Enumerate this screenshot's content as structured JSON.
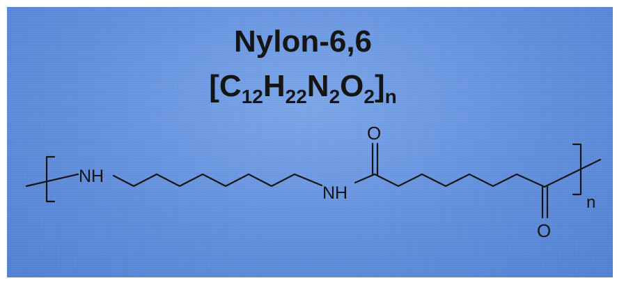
{
  "title": "Nylon-6,6",
  "formula": {
    "open": "[",
    "atoms": [
      {
        "symbol": "C",
        "count": "12"
      },
      {
        "symbol": "H",
        "count": "22"
      },
      {
        "symbol": "N",
        "count": "2"
      },
      {
        "symbol": "O",
        "count": "2"
      }
    ],
    "close": "]",
    "repeat": "n"
  },
  "structure": {
    "labels": {
      "nh_left": "NH",
      "nh_middle": "NH",
      "o_top": "O",
      "o_bottom": "O",
      "repeat": "n"
    }
  },
  "colors": {
    "background": "#5f8fe0",
    "ink": "#151515"
  }
}
